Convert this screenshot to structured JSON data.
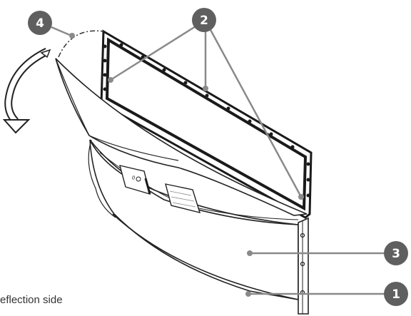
{
  "callouts": [
    {
      "id": "1",
      "label": "1"
    },
    {
      "id": "2",
      "label": "2"
    },
    {
      "id": "3",
      "label": "3"
    },
    {
      "id": "4",
      "label": "4"
    }
  ],
  "side_label": "eflection side",
  "colors": {
    "badge": "#5f5f5f",
    "leader": "#8a8a8a",
    "outline": "#222222",
    "frame": "#1a1a1a"
  }
}
